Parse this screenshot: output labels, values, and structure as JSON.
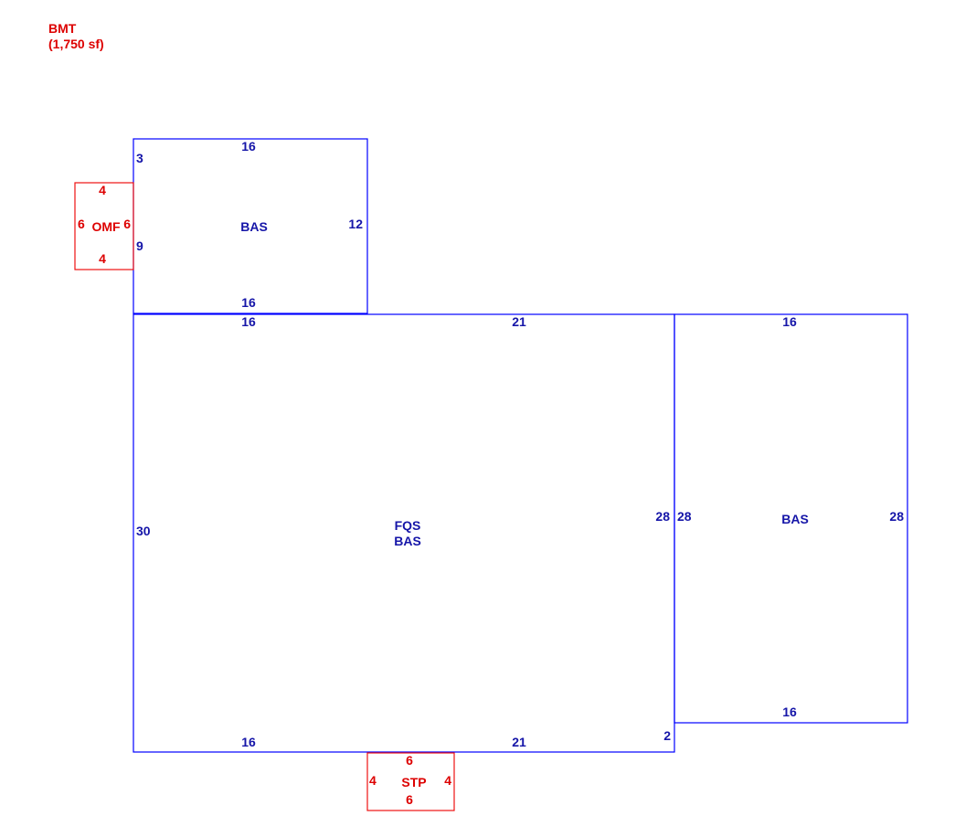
{
  "header": {
    "title": "BMT",
    "area": "(1,750 sf)"
  },
  "colors": {
    "structure": "#0000ff",
    "structure_text": "#1515a8",
    "addition": "#dd0000"
  },
  "areas": {
    "upper_bas": {
      "label": "BAS",
      "dims": {
        "top": "16",
        "bottom": "16",
        "right": "12",
        "left_upper": "3",
        "left_lower": "9"
      }
    },
    "main_bas": {
      "label_line1": "FQS",
      "label_line2": "BAS",
      "dims": {
        "top_left": "16",
        "top_right": "21",
        "left": "30",
        "right": "28",
        "bottom_left": "16",
        "bottom_right": "21",
        "bottom_corner": "2"
      }
    },
    "right_bas": {
      "label": "BAS",
      "dims": {
        "top": "16",
        "bottom": "16",
        "left": "28",
        "right": "28"
      }
    },
    "omf": {
      "label": "OMF",
      "dims": {
        "top": "4",
        "bottom": "4",
        "left": "6",
        "right": "6"
      }
    },
    "stp": {
      "label": "STP",
      "dims": {
        "top": "6",
        "bottom": "6",
        "left": "4",
        "right": "4"
      }
    }
  }
}
